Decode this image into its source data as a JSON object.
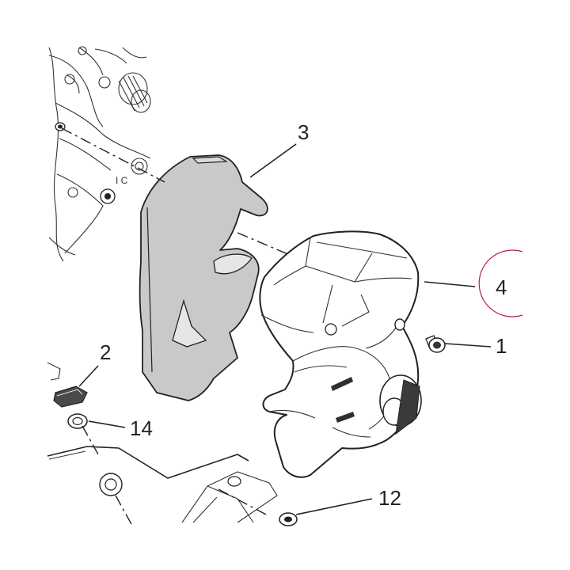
{
  "diagram": {
    "callouts": [
      {
        "id": "1",
        "label": "1"
      },
      {
        "id": "2",
        "label": "2"
      },
      {
        "id": "3",
        "label": "3"
      },
      {
        "id": "4",
        "label": "4"
      },
      {
        "id": "12",
        "label": "12"
      },
      {
        "id": "14",
        "label": "14"
      }
    ],
    "colors": {
      "line": "#222222",
      "gasket_fill": "#c9c9c9",
      "cover_fill": "#ffffff",
      "highlight_circle": "#b0203a"
    }
  }
}
